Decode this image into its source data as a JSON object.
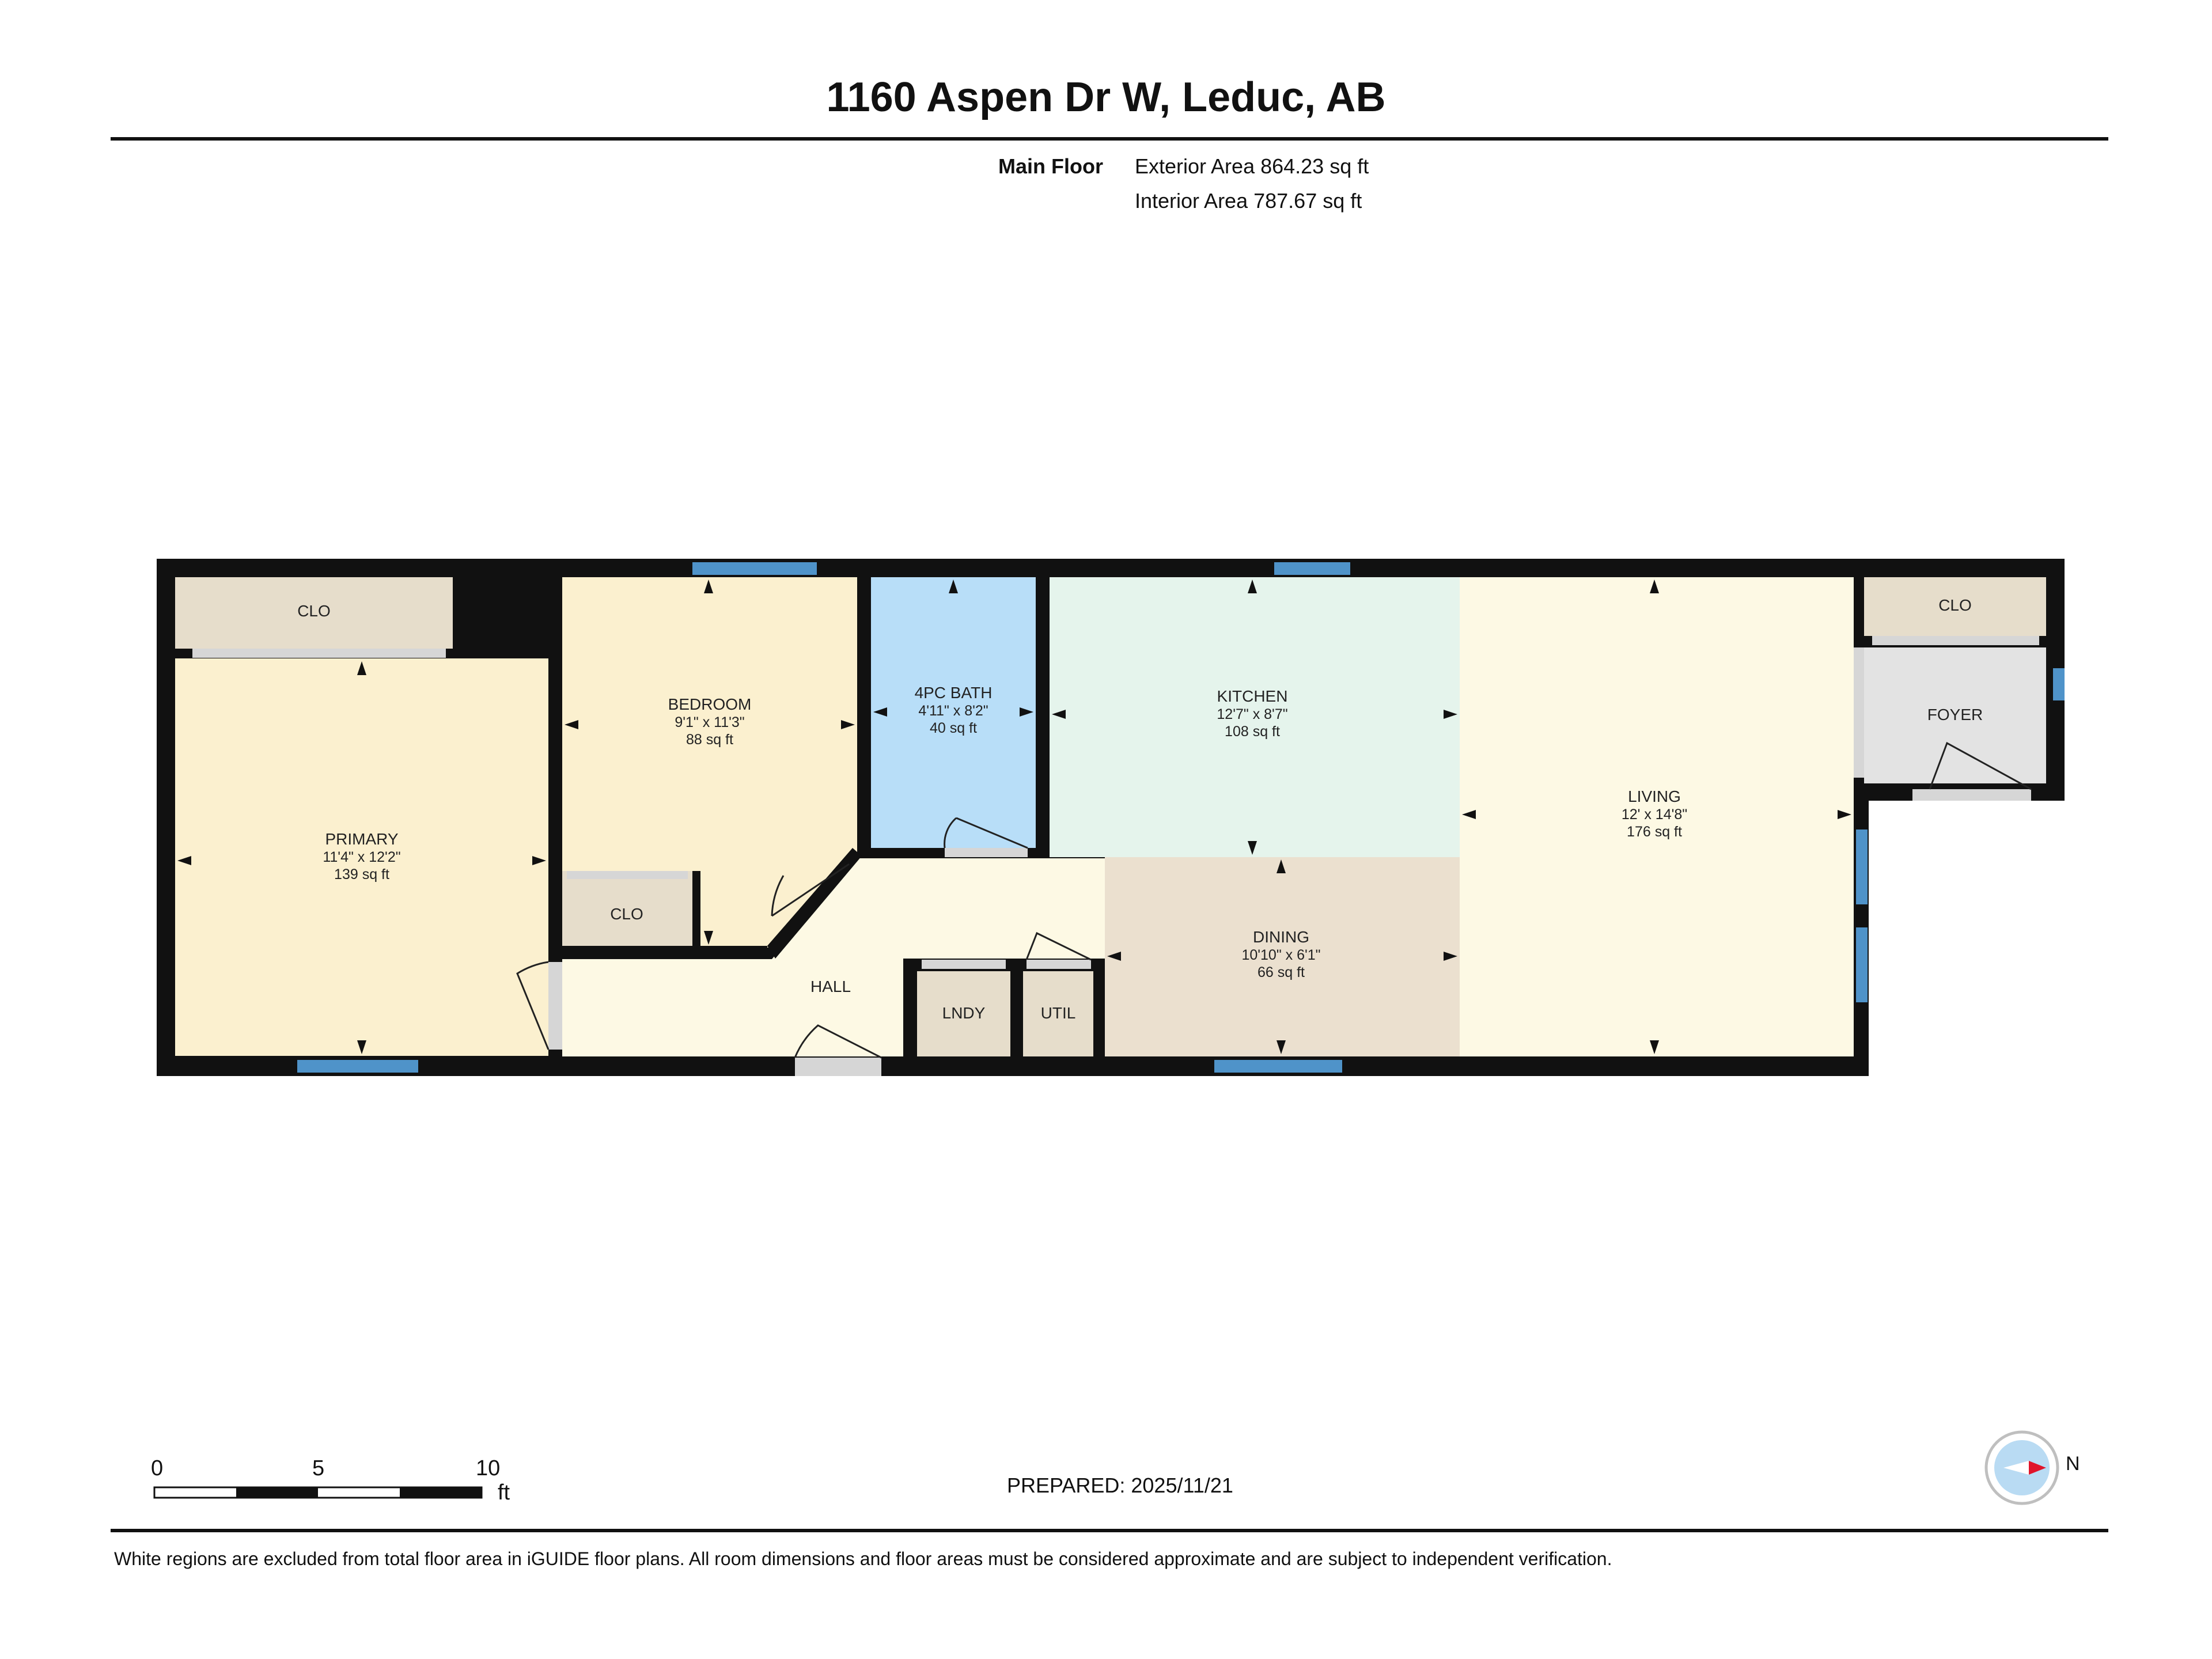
{
  "title": "1160 Aspen Dr W, Leduc, AB",
  "floor": {
    "name": "Main Floor",
    "exterior_area": "Exterior Area 864.23 sq ft",
    "interior_area": "Interior Area 787.67 sq ft"
  },
  "rooms": {
    "primary": {
      "name": "PRIMARY",
      "dims": "11'4\" x 12'2\"",
      "area": "139 sq ft"
    },
    "bedroom": {
      "name": "BEDROOM",
      "dims": "9'1\" x 11'3\"",
      "area": "88 sq ft"
    },
    "bath": {
      "name": "4PC BATH",
      "dims": "4'11\" x 8'2\"",
      "area": "40 sq ft"
    },
    "kitchen": {
      "name": "KITCHEN",
      "dims": "12'7\" x 8'7\"",
      "area": "108 sq ft"
    },
    "living": {
      "name": "LIVING",
      "dims": "12' x 14'8\"",
      "area": "176 sq ft"
    },
    "dining": {
      "name": "DINING",
      "dims": "10'10\" x 6'1\"",
      "area": "66 sq ft"
    },
    "hall": {
      "name": "HALL"
    },
    "foyer": {
      "name": "FOYER"
    },
    "lndy": {
      "name": "LNDY"
    },
    "util": {
      "name": "UTIL"
    },
    "clo_primary": {
      "name": "CLO"
    },
    "clo_bedroom": {
      "name": "CLO"
    },
    "clo_foyer": {
      "name": "CLO"
    }
  },
  "colors": {
    "primary": "#fbf0cf",
    "bedroom": "#fbf0cf",
    "bath": "#b8def8",
    "kitchen": "#e5f4ec",
    "living": "#fdf9e4",
    "dining": "#ebe0cf",
    "hall": "#fdf9e4",
    "closet": "#e6ddcb",
    "foyer": "#e3e3e3",
    "wall": "#111111",
    "window": "#4f93c9"
  },
  "scale": {
    "labels": [
      "0",
      "5",
      "10"
    ],
    "unit": "ft"
  },
  "prepared": "PREPARED: 2025/11/21",
  "compass": {
    "direction": "N"
  },
  "footer": "White regions are excluded from total floor area in iGUIDE floor plans. All room dimensions and floor areas must be considered approximate and are subject to independent verification."
}
